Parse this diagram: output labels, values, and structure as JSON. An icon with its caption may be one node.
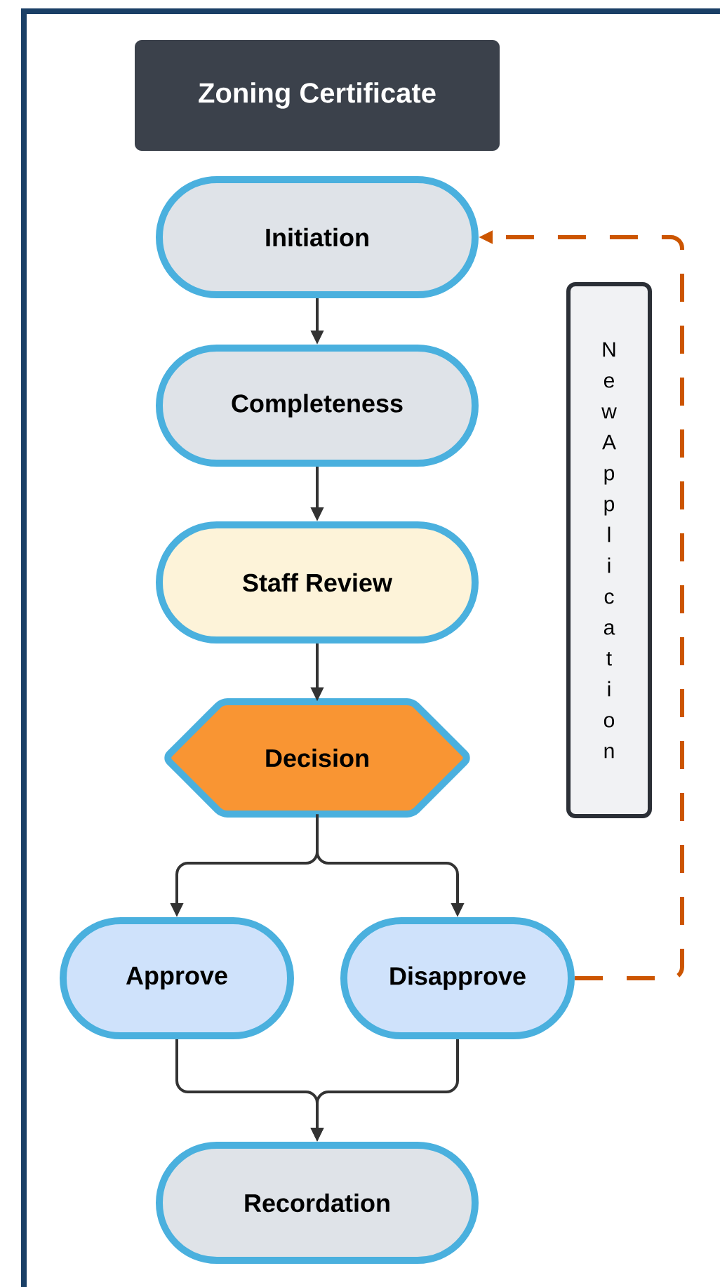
{
  "diagram": {
    "title": "Zoning Certificate",
    "nodes": [
      {
        "text": [
          "Initiation"
        ]
      },
      {
        "text": [
          "Completeness"
        ]
      },
      {
        "text": [
          "Staff Review"
        ]
      },
      {
        "text": [
          "Decision"
        ]
      },
      {
        "text": [
          "Approve"
        ]
      },
      {
        "text": [
          "Disapprove"
        ]
      },
      {
        "text": [
          "Recordation"
        ]
      }
    ],
    "edges": [
      {
        "from": 0,
        "to": 1,
        "arrow": "to"
      },
      {
        "from": 1,
        "to": 2,
        "arrow": "to"
      },
      {
        "from": 2,
        "to": 3,
        "arrow": "to"
      },
      {
        "from": 3,
        "to": 4,
        "arrow": "to"
      },
      {
        "from": 3,
        "to": 5,
        "arrow": "to"
      },
      {
        "from": 4,
        "to": 6,
        "arrow": "to"
      },
      {
        "from": 5,
        "to": 6,
        "arrow": "to"
      },
      {
        "from": 5,
        "to": 0,
        "arrow": "to",
        "label": "New Application",
        "style": "dashed",
        "color": "#cc5500"
      }
    ]
  }
}
